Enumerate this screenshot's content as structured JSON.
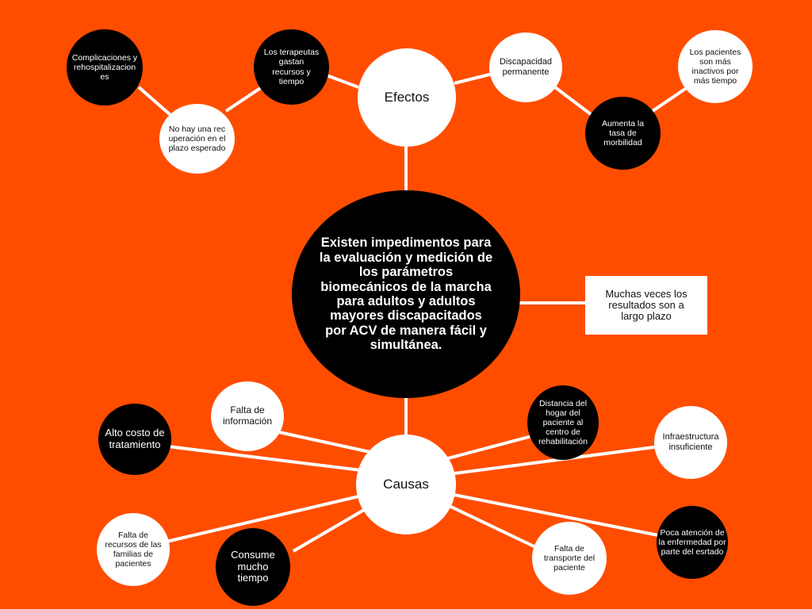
{
  "central": "Existen impedimentos para la evaluación y medición de los parámetros biomecánicos de la marcha para adultos y adultos mayores discapacitados por ACV de manera fácil y simultánea.",
  "side_note": "Muchas veces los resultados son a largo plazo",
  "effects": {
    "hub": "Efectos",
    "items": {
      "complicaciones": "Complicaciones y rehospitalizaciones",
      "no_recuperacion": "No hay una recuperación en el plazo esperado",
      "terapeutas": "Los terapeutas gastan recursos y tiempo",
      "discapacidad": "Discapacidad permanente",
      "morbilidad": "Aumenta la tasa de morbilidad",
      "inactivos": "Los pacientes son más inactivos por más tiempo"
    }
  },
  "causes": {
    "hub": "Causas",
    "items": {
      "falta_info": "Falta de información",
      "alto_costo": "Alto costo de tratamiento",
      "recursos_familias": "Falta de recursos de las familias de pacientes",
      "consume_tiempo": "Consume mucho tiempo",
      "distancia": "Distancia del hogar del paciente al centro de rehabilitación",
      "infraestructura": "Infraestructura insuficiente",
      "poca_atencion": "Poca atención de la enfermedad por parte del esrtado",
      "transporte": "Falta de transporte del paciente"
    }
  },
  "colors": {
    "background": "#FF4D00",
    "light_node": "#FFFFFF",
    "dark_node": "#000000"
  }
}
